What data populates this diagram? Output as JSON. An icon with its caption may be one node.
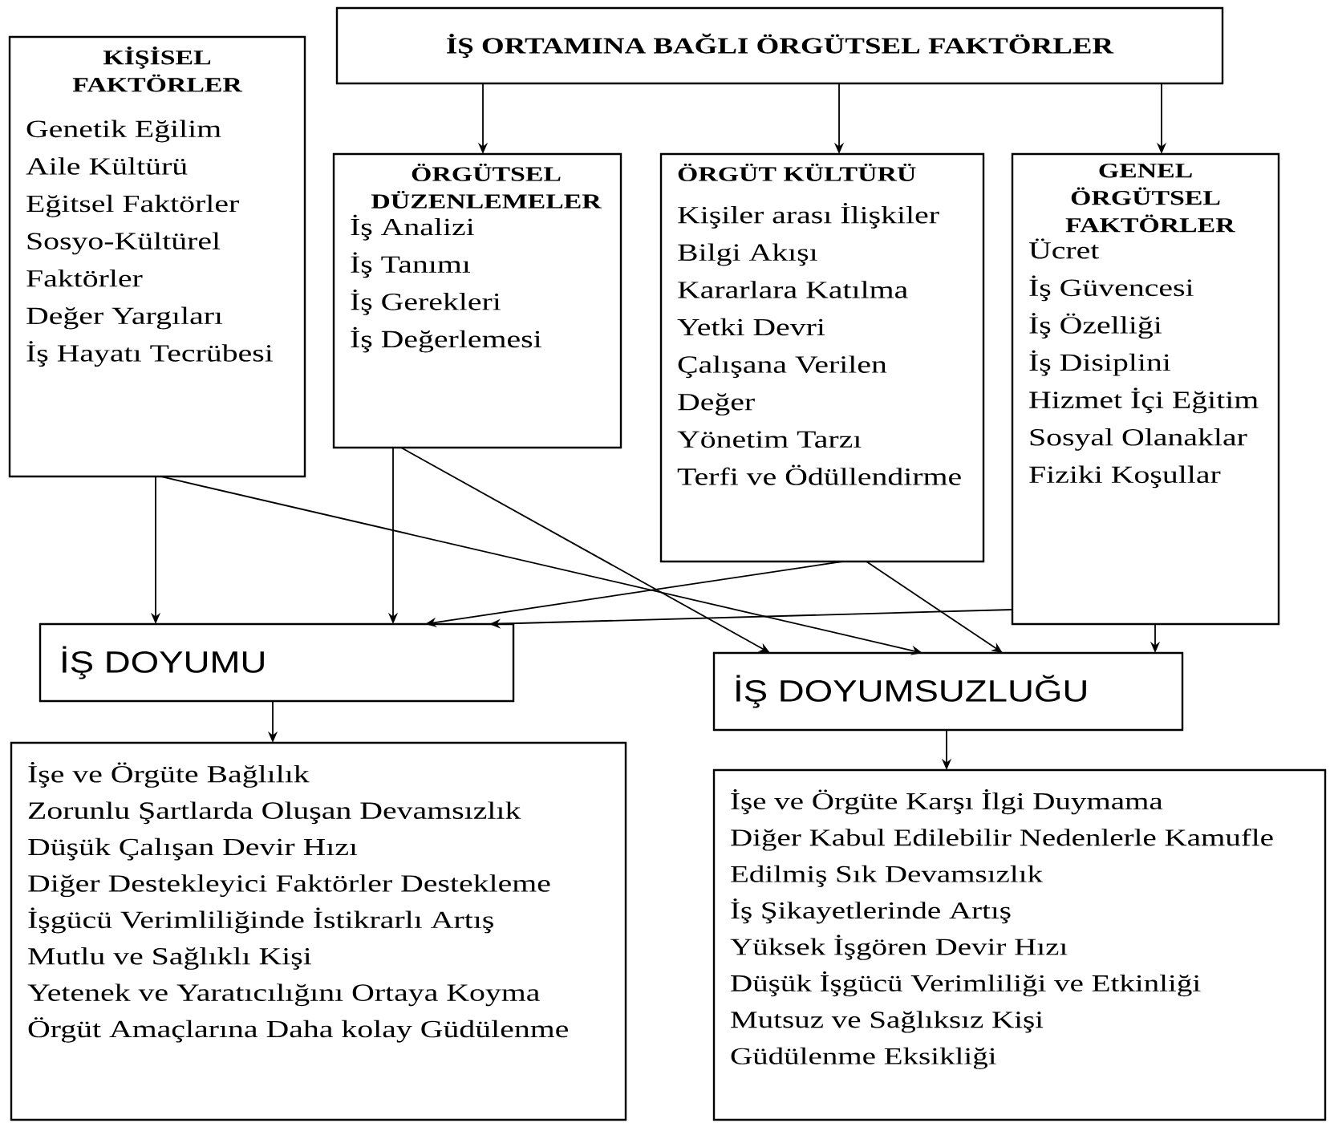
{
  "diagram": {
    "nodes": [
      {
        "text": [
          "İŞ ORTAMINA BAĞLI ÖRGÜTSEL FAKTÖRLER"
        ]
      },
      {
        "text": [
          "KİŞİSEL FAKTÖRLER",
          "Genetik Eğilim",
          "Aile Kültürü",
          "Eğitsel Faktörler",
          "Sosyo-Kültürel Faktörler",
          "Değer Yargıları",
          "İş Hayatı Tecrübesi"
        ]
      },
      {
        "text": [
          "ÖRGÜTSEL DÜZENLEMELER",
          "İş Analizi",
          "İş Tanımı",
          "İş Gerekleri",
          "İş Değerlemesi"
        ]
      },
      {
        "text": [
          "ÖRGÜT KÜLTÜRÜ",
          "Kişiler arası İlişkiler",
          "Bilgi Akışı",
          "Kararlara Katılma",
          "Yetki Devri",
          "Çalışana Verilen Değer",
          "Yönetim Tarzı",
          "Terfi ve Ödüllendirme"
        ]
      },
      {
        "text": [
          "GENEL ÖRGÜTSEL FAKTÖRLER",
          "Ücret",
          "İş Güvencesi",
          "İş Özelliği",
          "İş Disiplini",
          "Hizmet İçi Eğitim",
          "Sosyal Olanaklar",
          "Fiziki Koşullar"
        ]
      },
      {
        "text": [
          "İŞ DOYUMU"
        ]
      },
      {
        "text": [
          "İŞ DOYUMSUZLUĞU"
        ]
      },
      {
        "text": [
          "İşe ve Örgüte Bağlılık",
          "Zorunlu Şartlarda Oluşan Devamsızlık",
          "Düşük Çalışan Devir Hızı",
          "Diğer Destekleyici Faktörler Destekleme",
          "İşgücü Verimliliğinde İstikrarlı Artış",
          "Mutlu ve Sağlıklı Kişi",
          "Yetenek ve Yaratıcılığını Ortaya Koyma",
          "Örgüt Amaçlarına Daha kolay Güdülenme"
        ]
      },
      {
        "text": [
          "İşe ve Örgüte Karşı İlgi Duymama",
          "Diğer Kabul Edilebilir Nedenlerle Kamufle Edilmiş Sık Devamsızlık",
          "İş Şikayetlerinde Artış",
          "Yüksek İşgören Devir Hızı",
          "Düşük İşgücü Verimliliği ve Etkinliği",
          "Mutsuz ve Sağlıksız Kişi",
          "Güdülenme Eksikliği"
        ]
      }
    ],
    "edges": [
      {
        "from": 0,
        "to": 2,
        "arrow": "to"
      },
      {
        "from": 0,
        "to": 3,
        "arrow": "to"
      },
      {
        "from": 0,
        "to": 4,
        "arrow": "to"
      },
      {
        "from": 1,
        "to": 5,
        "arrow": "to"
      },
      {
        "from": 1,
        "to": 6,
        "arrow": "to"
      },
      {
        "from": 2,
        "to": 5,
        "arrow": "to"
      },
      {
        "from": 2,
        "to": 6,
        "arrow": "to"
      },
      {
        "from": 3,
        "to": 5,
        "arrow": "to"
      },
      {
        "from": 3,
        "to": 6,
        "arrow": "to"
      },
      {
        "from": 4,
        "to": 5,
        "arrow": "to"
      },
      {
        "from": 4,
        "to": 6,
        "arrow": "to"
      },
      {
        "from": 5,
        "to": 7,
        "arrow": "to"
      },
      {
        "from": 6,
        "to": 8,
        "arrow": "to"
      }
    ]
  }
}
